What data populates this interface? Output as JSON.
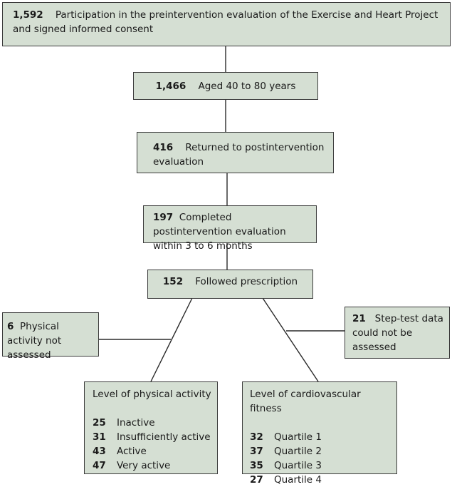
{
  "boxes": {
    "b1": {
      "count": "1,592",
      "text": "Participation in the preintervention evaluation of the Exercise and Heart Project and signed informed consent"
    },
    "b2": {
      "count": "1,466",
      "text": "Aged 40 to 80 years"
    },
    "b3": {
      "count": "416",
      "text": "Returned to postintervention evaluation"
    },
    "b4": {
      "count": "197",
      "text": "Completed postintervention evaluation within 3 to 6 months"
    },
    "b5": {
      "count": "152",
      "text": "Followed prescription"
    },
    "excl_left": {
      "count": "6",
      "text": "Physical activity not assessed"
    },
    "excl_right": {
      "count": "21",
      "text": "Step-test data could not be assessed"
    },
    "activity": {
      "title": "Level of physical activity",
      "rows": [
        {
          "count": "25",
          "label": "Inactive"
        },
        {
          "count": "31",
          "label": "Insufficiently active"
        },
        {
          "count": "43",
          "label": "Active"
        },
        {
          "count": "47",
          "label": "Very active"
        }
      ]
    },
    "fitness": {
      "title": "Level of cardiovascular fitness",
      "rows": [
        {
          "count": "32",
          "label": "Quartile 1"
        },
        {
          "count": "37",
          "label": "Quartile 2"
        },
        {
          "count": "35",
          "label": "Quartile 3"
        },
        {
          "count": "27",
          "label": "Quartile 4"
        }
      ]
    }
  }
}
